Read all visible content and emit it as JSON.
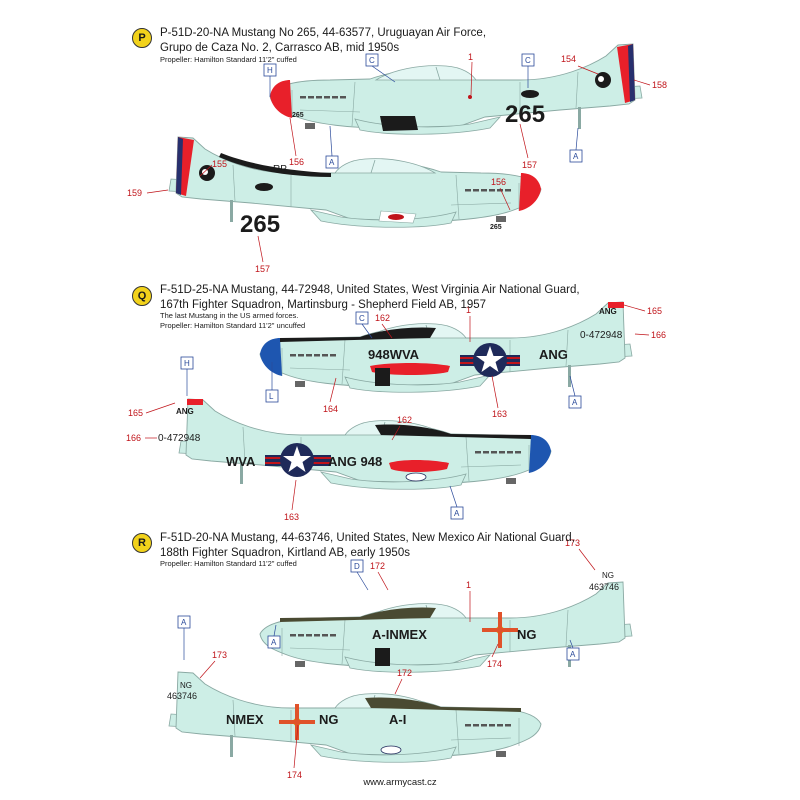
{
  "footer": "www.armycast.cz",
  "profiles": [
    {
      "letter": "P",
      "title_lines": [
        "P-51D-20-NA Mustang No 265, 44-63577, Uruguayan Air Force,",
        "Grupo de Caza No. 2, Carrasco AB, mid 1950s"
      ],
      "sub_lines": [
        "Propeller: Hamilton Standard 11'2\" cuffed"
      ],
      "top_view": {
        "big_number": "265",
        "small_number": "265",
        "decal_numbers": [
          "1",
          "154",
          "158",
          "156",
          "157"
        ],
        "letter_boxes": [
          "H",
          "C",
          "C",
          "A",
          "A"
        ]
      },
      "bottom_view": {
        "big_number": "265",
        "small_number": "265",
        "fin_label": "RP",
        "decal_numbers": [
          "155",
          "159",
          "156",
          "157"
        ]
      }
    },
    {
      "letter": "Q",
      "title_lines": [
        "F-51D-25-NA Mustang, 44-72948, United States, West Virginia Air National Guard,",
        "167th Fighter Squadron, Martinsburg - Shepherd Field AB, 1957"
      ],
      "sub_lines": [
        "The last Mustang in the US armed forces.",
        "Propeller: Hamilton Standard 11'2\" uncuffed"
      ],
      "top_view": {
        "fuselage_code": "948WVA",
        "tail_code": "ANG",
        "rear_code": "ANG",
        "serial": "0-472948",
        "decal_numbers": [
          "162",
          "1",
          "165",
          "166",
          "164",
          "163"
        ],
        "letter_boxes": [
          "C",
          "L",
          "A"
        ]
      },
      "bottom_view": {
        "fuselage_code_left": "WVA",
        "fuselage_code_right": "ANG 948",
        "tail_code": "ANG",
        "serial": "0-472948",
        "decal_numbers": [
          "165",
          "166",
          "162",
          "163"
        ],
        "letter_boxes": [
          "H",
          "A"
        ]
      }
    },
    {
      "letter": "R",
      "title_lines": [
        "F-51D-20-NA Mustang, 44-63746, United States, New Mexico Air National Guard,",
        "188th Fighter Squadron, Kirtland AB, early 1950s"
      ],
      "sub_lines": [
        "Propeller: Hamilton Standard 11'2\" cuffed"
      ],
      "top_view": {
        "fuselage_code": "A-INMEX",
        "rear_code": "NG",
        "tail_code": "NG",
        "serial": "463746",
        "decal_numbers": [
          "172",
          "1",
          "173",
          "174"
        ],
        "letter_boxes": [
          "D",
          "A",
          "A"
        ]
      },
      "bottom_view": {
        "fuselage_code_left": "NMEX",
        "fuselage_code_mid": "NG",
        "fuselage_code_right": "A-I",
        "tail_code": "NG",
        "serial": "463746",
        "decal_numbers": [
          "173",
          "172",
          "174"
        ],
        "letter_boxes": [
          "A"
        ]
      }
    }
  ],
  "colors": {
    "fuselage": "#cdeee6",
    "panel_line": "#8aa9a3",
    "spinner_red": "#e8202a",
    "spinner_blue": "#1e56b0",
    "anti_glare_black": "#1b1b1b",
    "anti_glare_olive": "#4a4a32",
    "rudder_red": "#e8202a",
    "rudder_blue": "#27306e",
    "insignia_blue": "#1f2a5a",
    "callout_red": "#c0141a",
    "box_blue": "#2a4a9a",
    "badge_yellow": "#f2d21b"
  }
}
